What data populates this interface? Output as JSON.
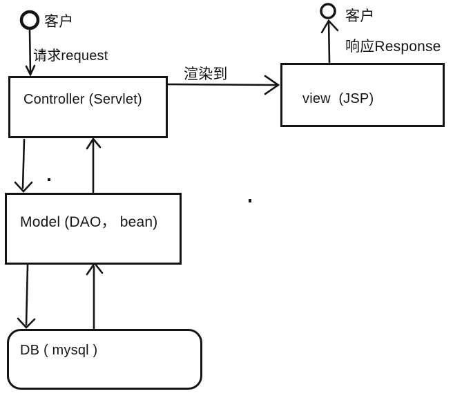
{
  "diagram": {
    "nodes": {
      "controller": {
        "label": "Controller (Servlet)"
      },
      "view": {
        "label": "view  (JSP)"
      },
      "model": {
        "label": "Model (DAO， bean)"
      },
      "db": {
        "label": "DB ( mysql )"
      }
    },
    "actors": {
      "client_left": {
        "label": "客户"
      },
      "client_right": {
        "label": "客户"
      }
    },
    "edges": {
      "request": {
        "label": "请求request"
      },
      "render_to": {
        "label": "渲染到"
      },
      "response": {
        "label": "响应Response"
      }
    },
    "colors": {
      "ink": "#141414",
      "background": "#ffffff"
    }
  }
}
